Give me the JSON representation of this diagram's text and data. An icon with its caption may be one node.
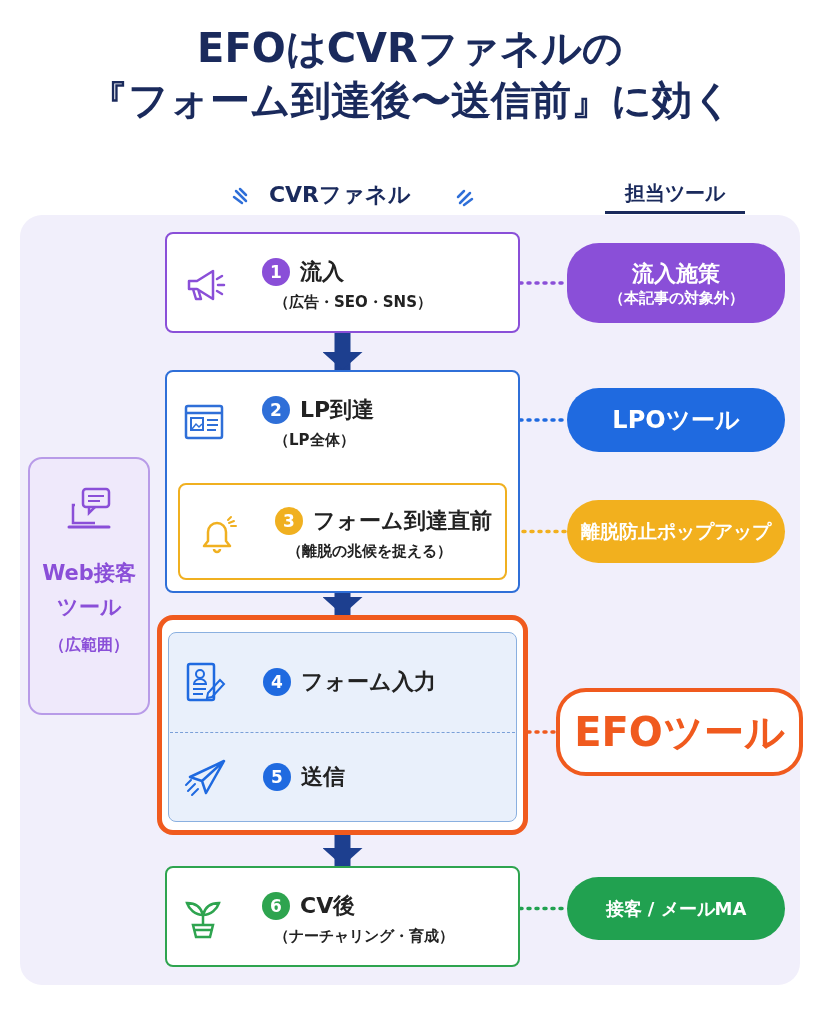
{
  "diagram": {
    "title": "EFOはCVRファネルの『フォーム到達後〜送信前』に効く",
    "nodes": [
      {
        "text": [
          "1",
          "流入",
          "（広告・SEO・SNS）"
        ]
      },
      {
        "text": [
          "2",
          "LP到達",
          "（LP全体）"
        ]
      },
      {
        "text": [
          "3",
          "フォーム到達直前",
          "（離脱の兆候を捉える）"
        ],
        "in": 1
      },
      {
        "text": [],
        "shape": "box"
      },
      {
        "text": [
          "4",
          "フォーム入力"
        ],
        "in": 3
      },
      {
        "text": [
          "5",
          "送信"
        ],
        "in": 3
      },
      {
        "text": [
          "6",
          "CV後",
          "（ナーチャリング・育成）"
        ]
      },
      {
        "text": [
          "流入施策",
          "（本記事の対象外）"
        ]
      },
      {
        "text": [
          "LPOツール"
        ]
      },
      {
        "text": [
          "離脱防止ポップアップ"
        ]
      },
      {
        "text": [
          "EFOツール"
        ]
      },
      {
        "text": [
          "接客 / メールMA"
        ]
      },
      {
        "text": [
          "Web接客ツール",
          "（広範囲）"
        ]
      }
    ],
    "edges": [
      {
        "from": 0,
        "to": 1,
        "arrow": "to",
        "style": "thick"
      },
      {
        "from": 1,
        "to": 3,
        "arrow": "to",
        "style": "thick"
      },
      {
        "from": 3,
        "to": 6,
        "arrow": "to",
        "style": "thick"
      },
      {
        "from": 0,
        "to": 7,
        "arrow": "none",
        "style": "dashed",
        "color": "#8a4fd8"
      },
      {
        "from": 1,
        "to": 8,
        "arrow": "none",
        "style": "dashed",
        "color": "#1f6ae0"
      },
      {
        "from": 2,
        "to": 9,
        "arrow": "none",
        "style": "dashed",
        "color": "#f2b01e"
      },
      {
        "from": 3,
        "to": 10,
        "arrow": "none",
        "style": "dashed",
        "color": "#f05a1e"
      },
      {
        "from": 6,
        "to": 11,
        "arrow": "none",
        "style": "dashed",
        "color": "#21a150"
      }
    ],
    "labels": [
      "CVRファネル",
      "担当ツール"
    ]
  }
}
